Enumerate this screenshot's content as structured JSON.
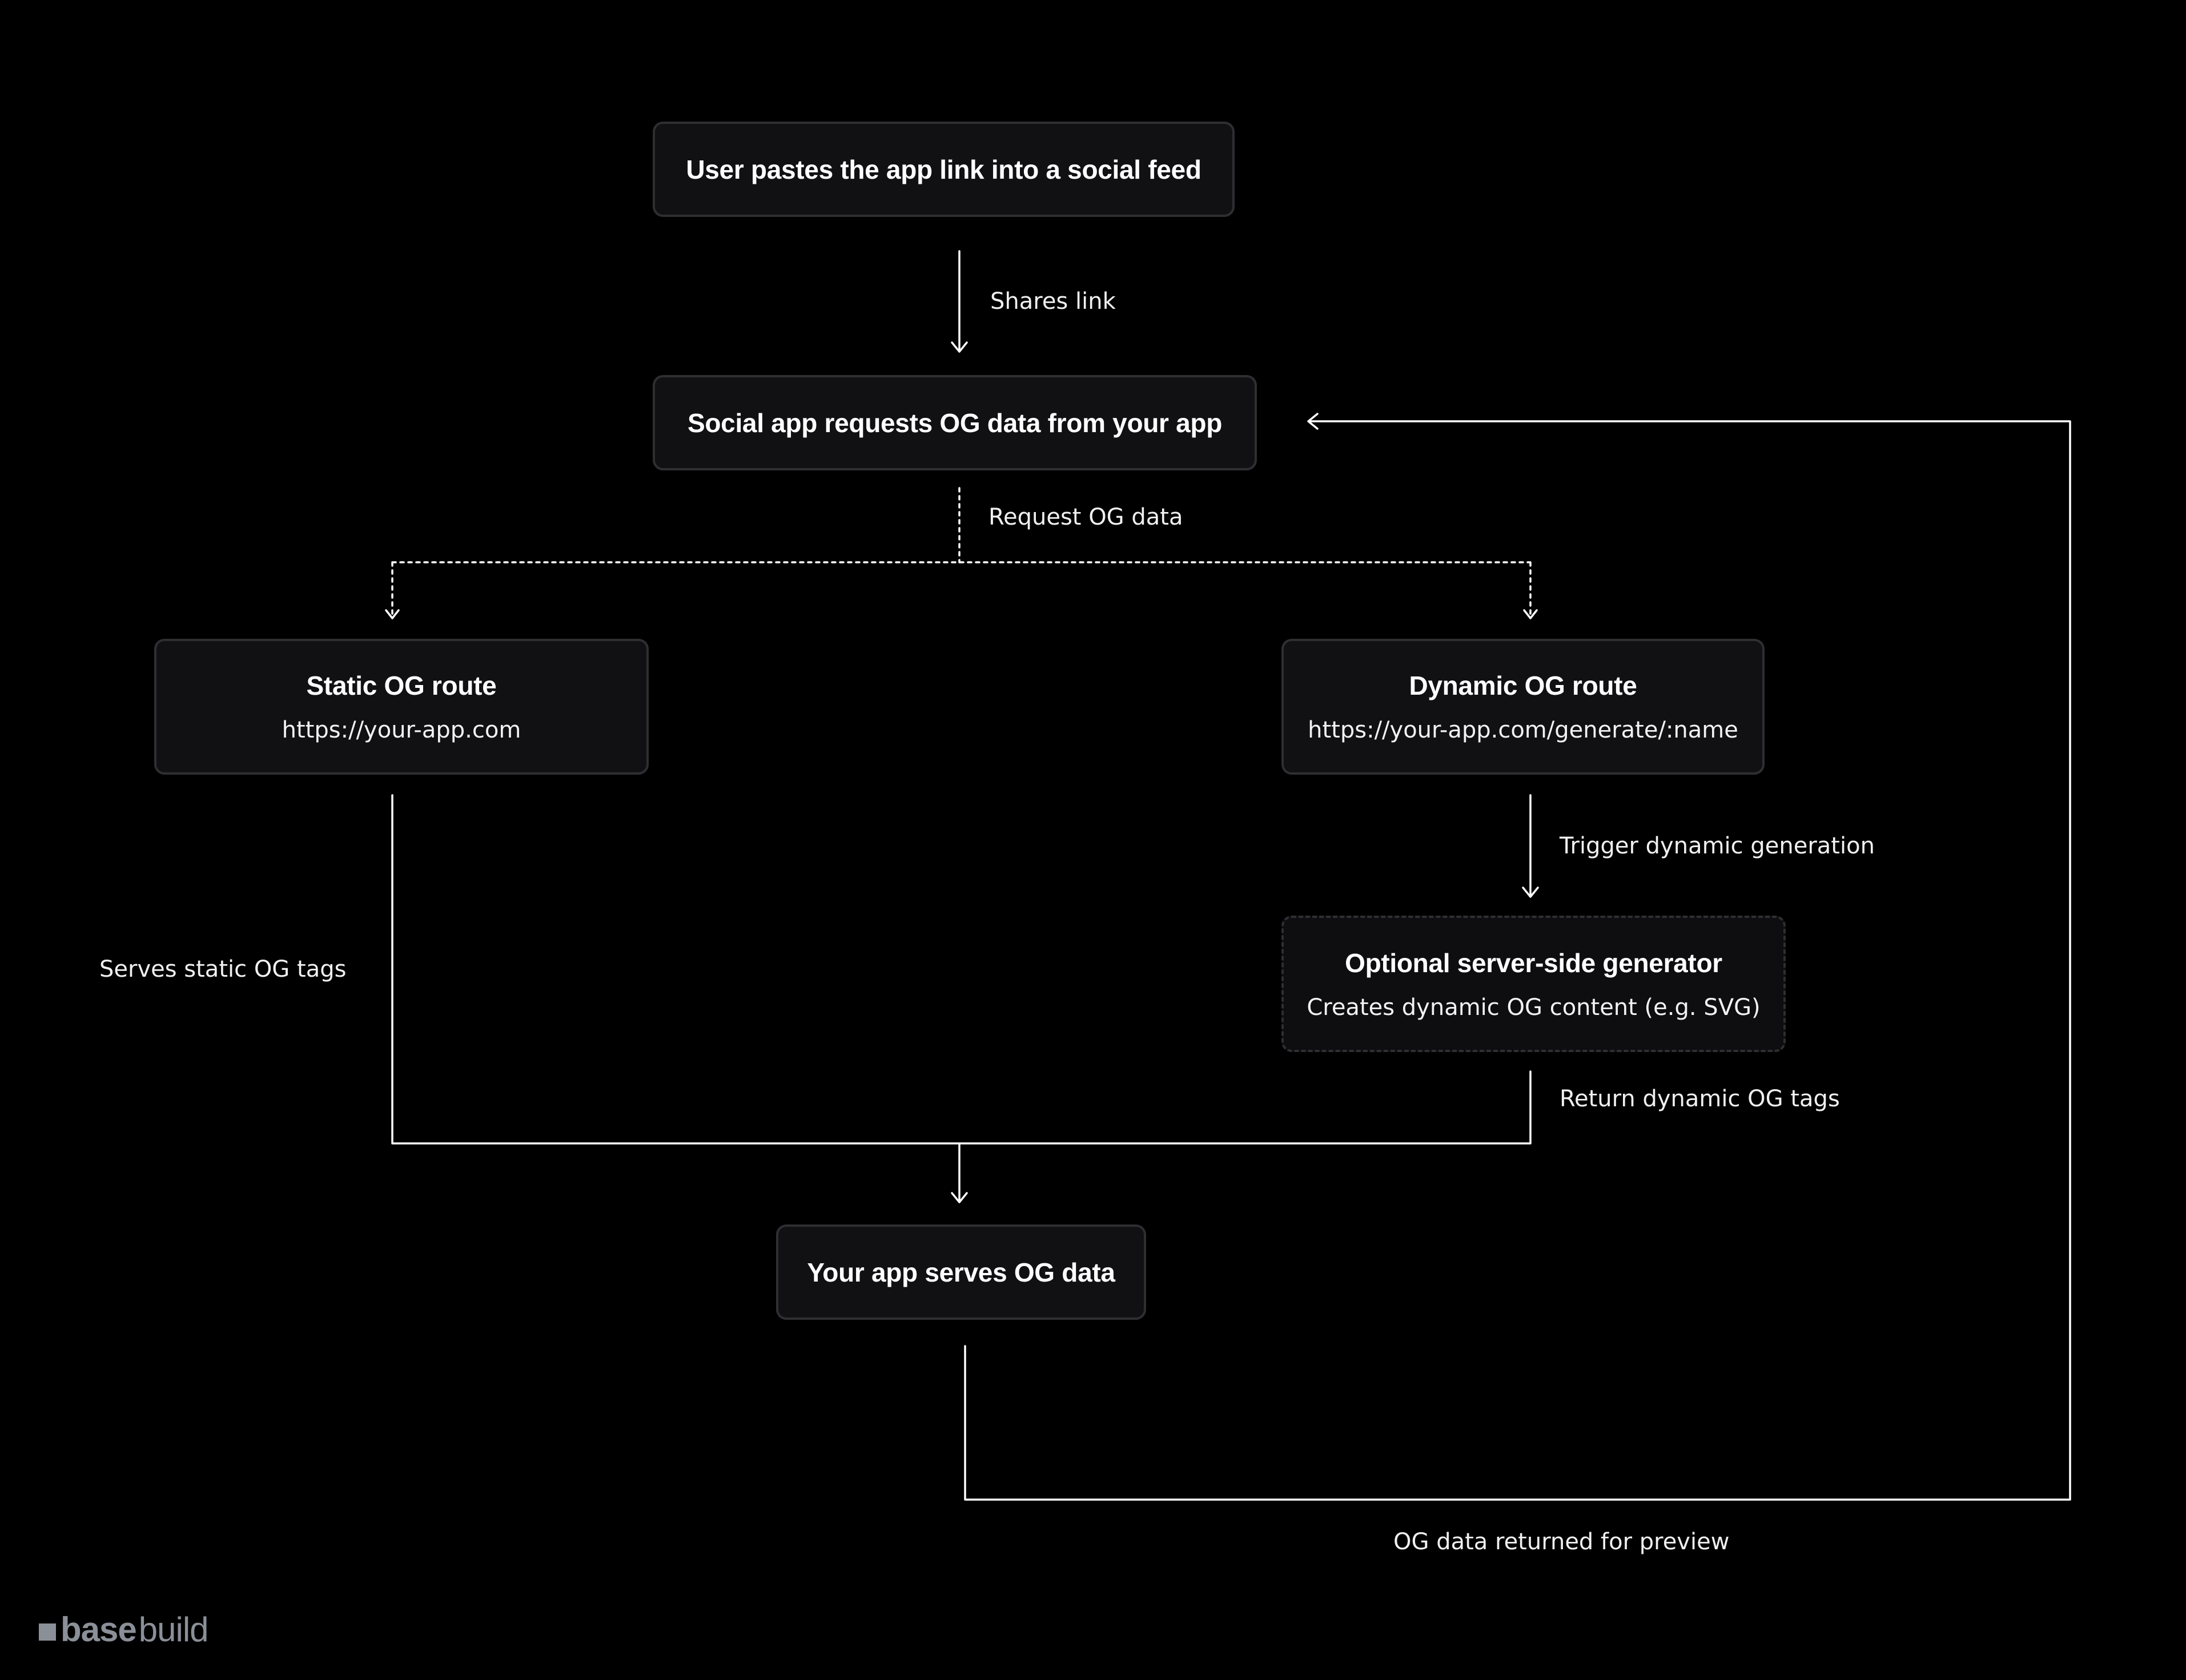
{
  "nodes": {
    "user_pastes": {
      "title": "User pastes the app link into a social feed"
    },
    "social_requests": {
      "title": "Social app requests OG data from your app"
    },
    "static_route": {
      "title": "Static OG route",
      "subtitle": "https://your-app.com"
    },
    "dynamic_route": {
      "title": "Dynamic OG route",
      "subtitle": "https://your-app.com/generate/:name"
    },
    "generator": {
      "title": "Optional server-side generator",
      "subtitle": "Creates dynamic OG content (e.g. SVG)"
    },
    "app_serves": {
      "title": "Your app serves OG data"
    }
  },
  "edges": {
    "shares_link": "Shares link",
    "request_og": "Request OG data",
    "trigger_dynamic": "Trigger dynamic generation",
    "serves_static": "Serves static OG tags",
    "return_dynamic": "Return dynamic OG tags",
    "og_returned": "OG data returned for preview"
  },
  "brand": {
    "word1": "base",
    "word2": "build"
  },
  "colors": {
    "background": "#000000",
    "node_fill": "#111113",
    "node_border": "#2f2f33",
    "line": "#ffffff",
    "text": "#ffffff",
    "brand": "#8a8f98"
  }
}
